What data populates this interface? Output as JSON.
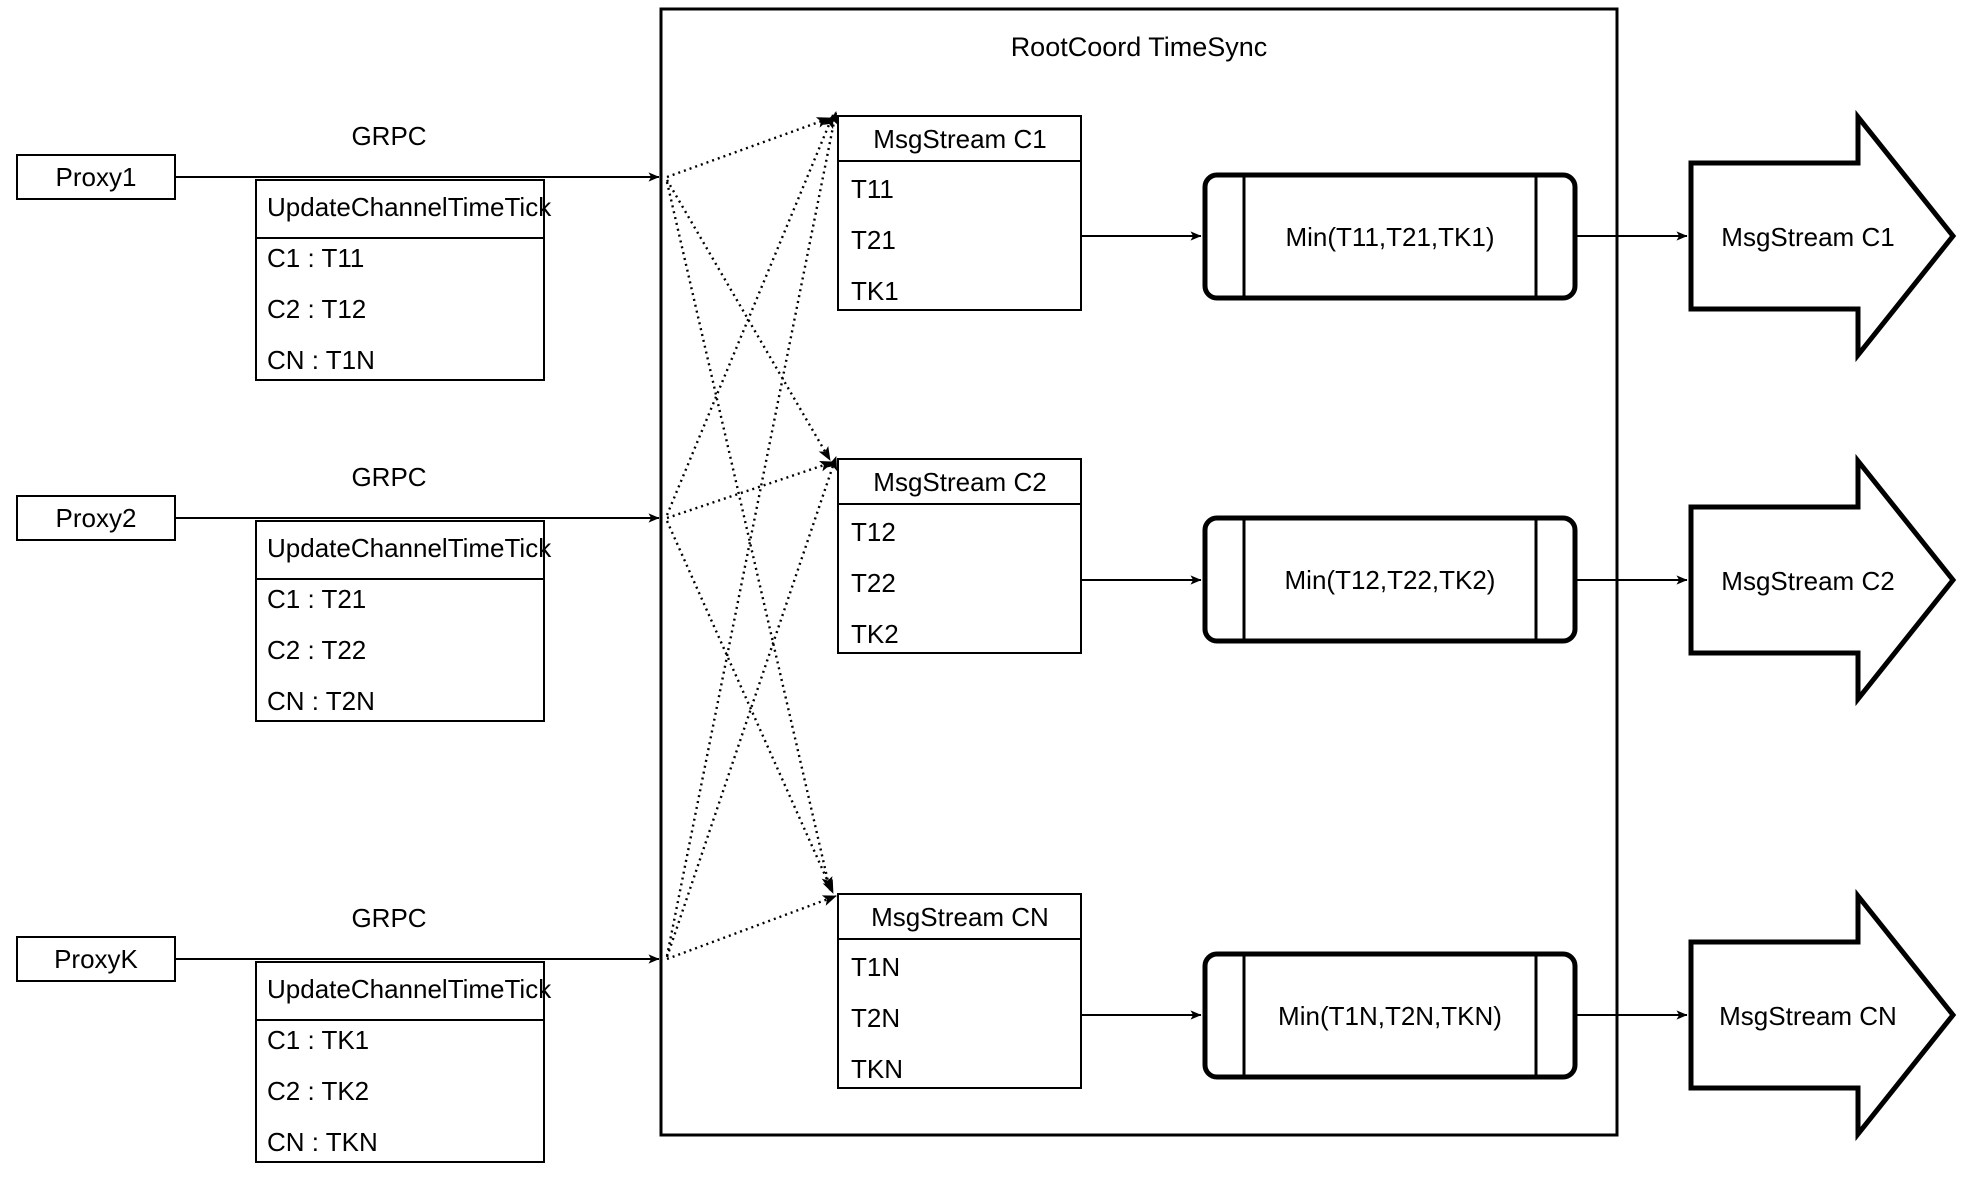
{
  "diagram": {
    "container": {
      "title": "RootCoord TimeSync"
    },
    "proxies": [
      {
        "name": "Proxy1",
        "protocol": "GRPC",
        "rpc_title": "UpdateChannelTimeTick",
        "rows": [
          "C1 :  T11",
          "C2 :  T12",
          "CN : T1N"
        ]
      },
      {
        "name": "Proxy2",
        "protocol": "GRPC",
        "rpc_title": "UpdateChannelTimeTick",
        "rows": [
          "C1 :  T21",
          "C2 :  T22",
          "CN : T2N"
        ]
      },
      {
        "name": "ProxyK",
        "protocol": "GRPC",
        "rpc_title": "UpdateChannelTimeTick",
        "rows": [
          "C1 :  TK1",
          "C2 :  TK2",
          "CN : TKN"
        ]
      }
    ],
    "msgstreams": [
      {
        "title": "MsgStream C1",
        "rows": [
          "T11",
          "T21",
          "TK1"
        ]
      },
      {
        "title": "MsgStream C2",
        "rows": [
          "T12",
          "T22",
          "TK2"
        ]
      },
      {
        "title": "MsgStream CN",
        "rows": [
          "T1N",
          "T2N",
          "TKN"
        ]
      }
    ],
    "minimums": [
      {
        "label": "Min(T11,T21,TK1)"
      },
      {
        "label": "Min(T12,T22,TK2)"
      },
      {
        "label": "Min(T1N,T2N,TKN)"
      }
    ],
    "outputs": [
      {
        "label": "MsgStream C1"
      },
      {
        "label": "MsgStream C2"
      },
      {
        "label": "MsgStream CN"
      }
    ],
    "colors": {
      "stroke": "#000000",
      "background": "#ffffff"
    }
  }
}
